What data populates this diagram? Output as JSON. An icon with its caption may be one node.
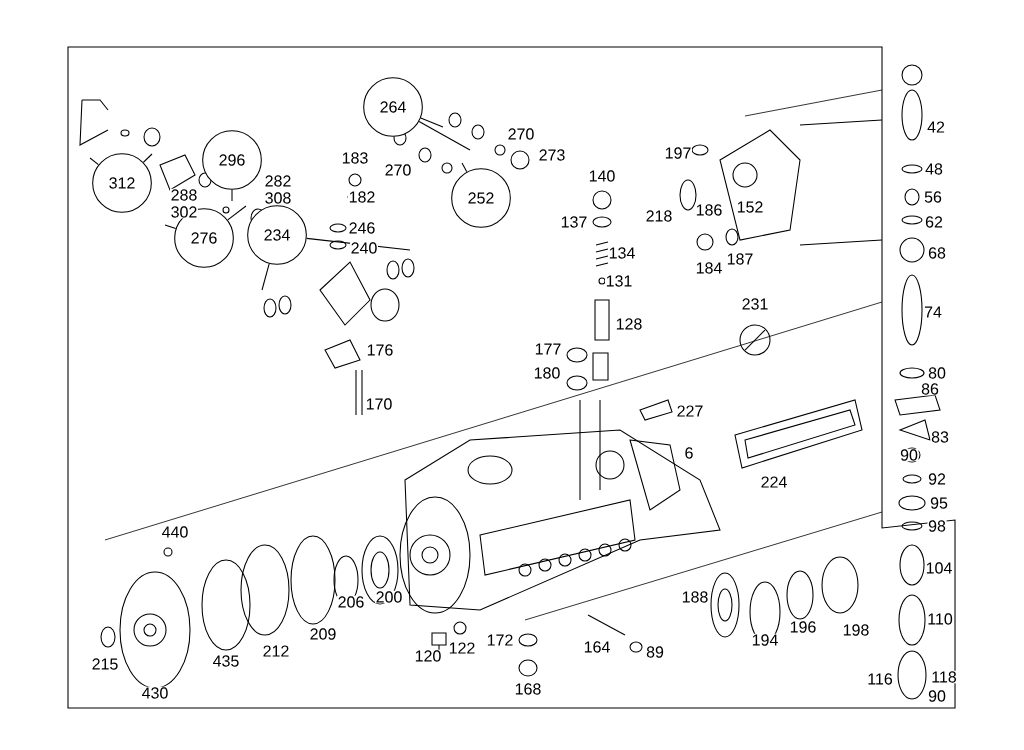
{
  "diagram": {
    "nodes": [
      {
        "text": [
          "312"
        ]
      },
      {
        "text": [
          "296"
        ]
      },
      {
        "text": [
          "276"
        ]
      },
      {
        "text": [
          "264"
        ]
      },
      {
        "text": [
          "234"
        ]
      },
      {
        "text": [
          "252"
        ]
      }
    ],
    "edges": [
      {
        "from": 0,
        "to": null,
        "arrow": "none"
      },
      {
        "from": 0,
        "to": null,
        "arrow": "none"
      },
      {
        "from": 2,
        "to": null,
        "arrow": "none"
      },
      {
        "from": 2,
        "to": null,
        "arrow": "none"
      },
      {
        "from": 1,
        "to": null,
        "arrow": "none"
      },
      {
        "from": 3,
        "to": null,
        "arrow": "none"
      },
      {
        "from": 3,
        "to": null,
        "arrow": "none"
      },
      {
        "from": 4,
        "to": null,
        "arrow": "none"
      },
      {
        "from": 4,
        "to": null,
        "arrow": "none"
      },
      {
        "from": 5,
        "to": null,
        "arrow": "none"
      }
    ],
    "labels": [
      "183",
      "140",
      "270",
      "273",
      "197",
      "42",
      "182",
      "270",
      "48",
      "288",
      "282",
      "302",
      "308",
      "137",
      "218",
      "186",
      "152",
      "56",
      "62",
      "246",
      "240",
      "134",
      "184",
      "187",
      "68",
      "131",
      "231",
      "74",
      "128",
      "177",
      "176",
      "80",
      "180",
      "86",
      "170",
      "227",
      "83",
      "6",
      "90",
      "92",
      "224",
      "95",
      "98",
      "440",
      "104",
      "206",
      "200",
      "188",
      "110",
      "196",
      "198",
      "209",
      "164",
      "194",
      "212",
      "89",
      "122",
      "172",
      "120",
      "435",
      "215",
      "116",
      "118",
      "90",
      "168",
      "430"
    ]
  }
}
